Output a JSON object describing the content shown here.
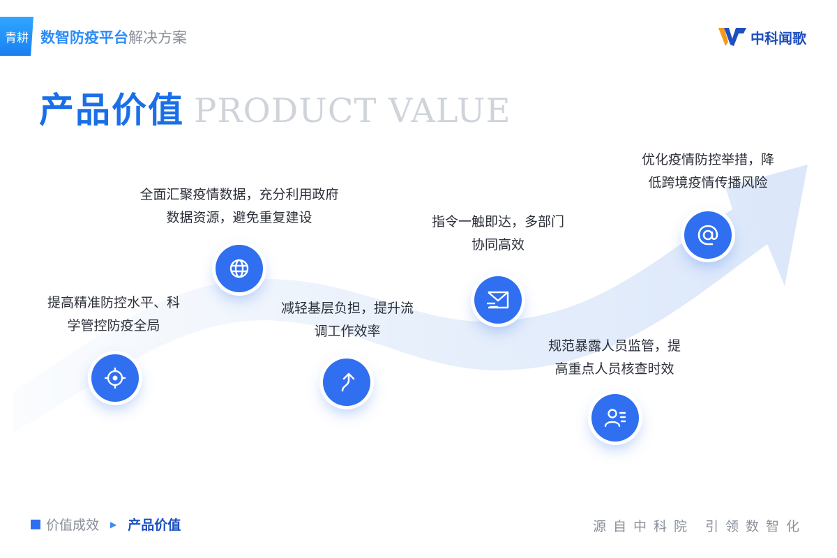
{
  "header": {
    "brand_tab": "青耕",
    "title_main": "数智防疫平台",
    "title_sub": "解决方案",
    "logo_text": "中科闻歌"
  },
  "page_title": {
    "cn": "产品价值",
    "en": "PRODUCT VALUE"
  },
  "values": [
    {
      "icon": "target-icon",
      "lines": [
        "提高精准防控水平、科",
        "学管控防疫全局"
      ]
    },
    {
      "icon": "globe-icon",
      "lines": [
        "全面汇聚疫情数据，充分利用政府",
        "数据资源，避免重复建设"
      ]
    },
    {
      "icon": "arrow-up-icon",
      "lines": [
        "减轻基层负担，提升流",
        "调工作效率"
      ]
    },
    {
      "icon": "message-icon",
      "lines": [
        "指令一触即达，多部门",
        "协同高效"
      ]
    },
    {
      "icon": "user-list-icon",
      "lines": [
        "规范暴露人员监管，提",
        "高重点人员核查时效"
      ]
    },
    {
      "icon": "at-sign-icon",
      "lines": [
        "优化疫情防控举措，降",
        "低跨境疫情传播风险"
      ]
    }
  ],
  "footer": {
    "crumb_prev": "价值成效",
    "crumb_current": "产品价值",
    "slogan": "源自中科院 引领数智化"
  },
  "colors": {
    "accent": "#2f6ff0",
    "title_blue": "#1a6fe8",
    "band": "#e6effb"
  }
}
